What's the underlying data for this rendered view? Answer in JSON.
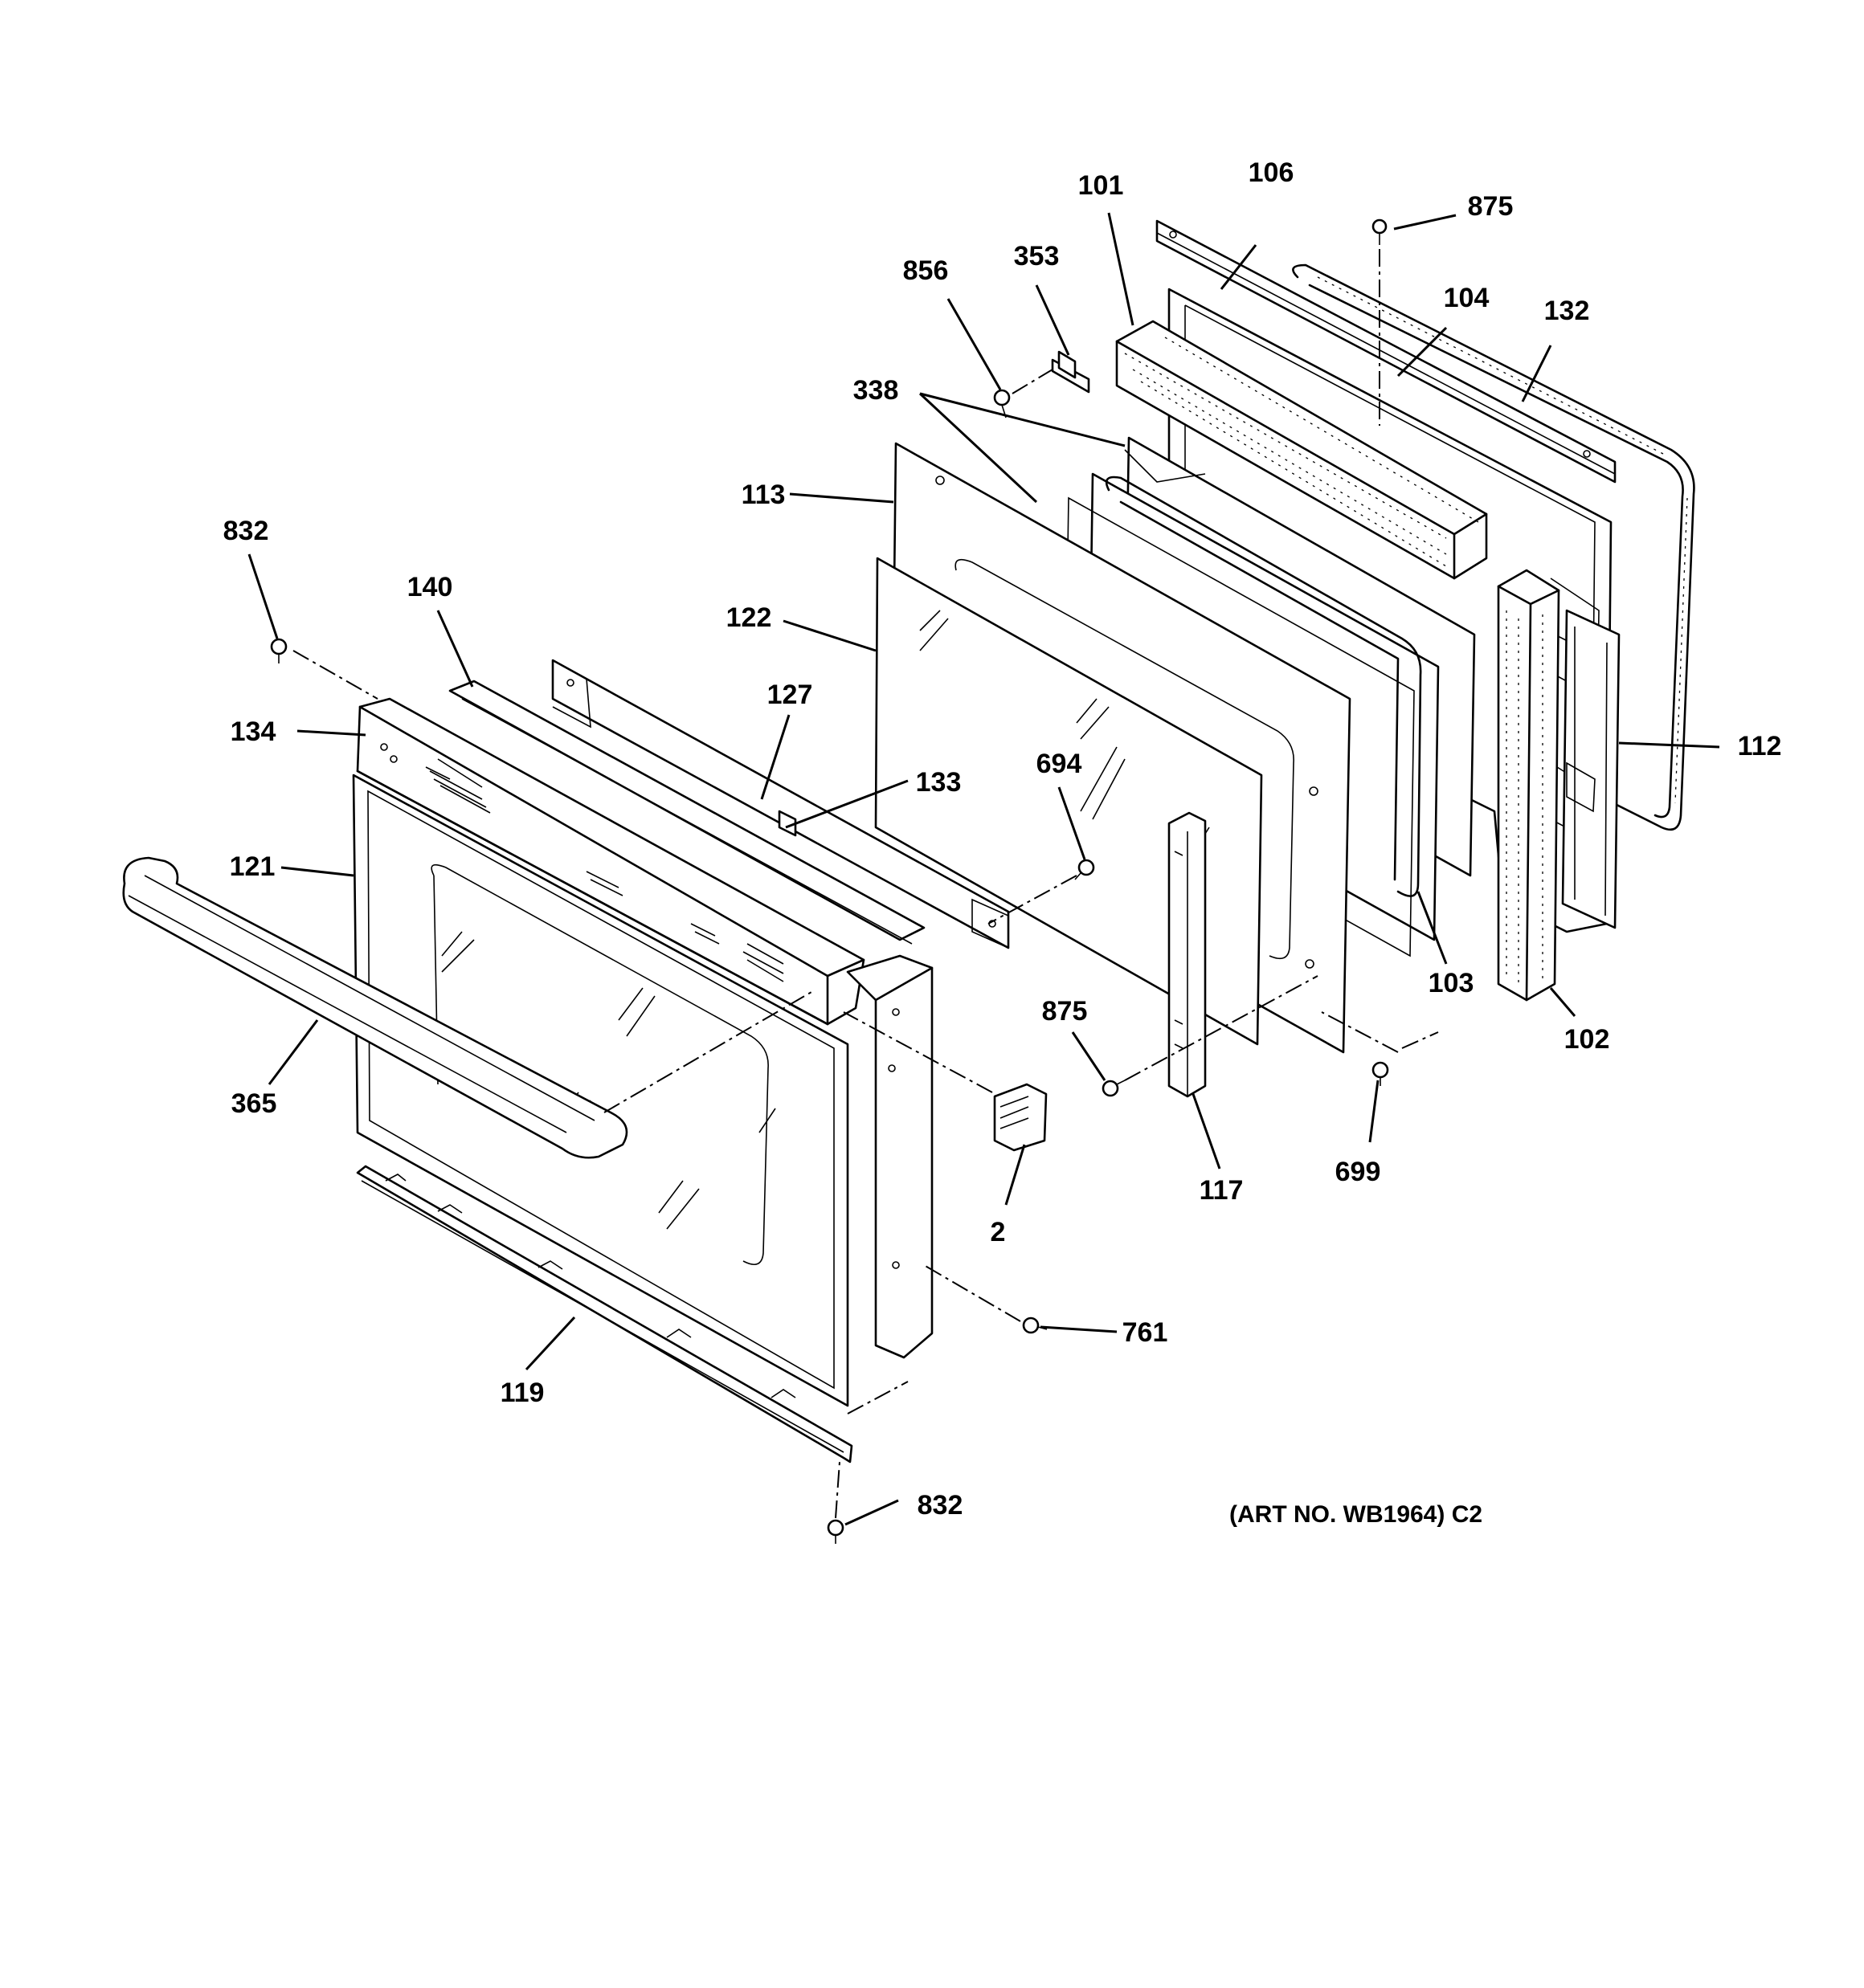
{
  "art_number": "(ART NO. WB1964) C2",
  "callouts": [
    "101",
    "106",
    "875",
    "856",
    "353",
    "104",
    "132",
    "338",
    "113",
    "832",
    "140",
    "122",
    "127",
    "134",
    "133",
    "694",
    "112",
    "121",
    "103",
    "875",
    "102",
    "365",
    "699",
    "117",
    "2",
    "761",
    "119",
    "832"
  ]
}
